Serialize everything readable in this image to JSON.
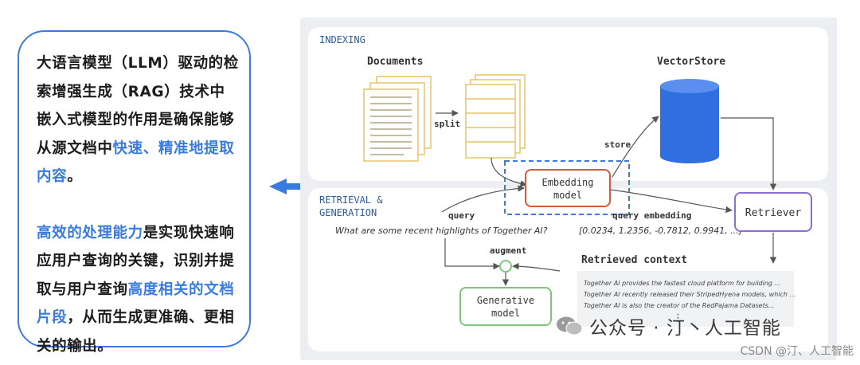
{
  "callout": {
    "p1_a": "大语言模型（LLM）驱动的检索增强生成（RAG）技术中嵌入式模型的作用是确保能够从源文档中",
    "p1_hl": "快速、精准地提取内容",
    "p1_b": "。",
    "p2_hl1": "高效的处理能力",
    "p2_a": "是实现快速响应用户查询的关键，识别并提取与用户查询",
    "p2_hl2": "高度相关的文档片段",
    "p2_b": "，从而生成更准确、更相关的输出。"
  },
  "diagram": {
    "indexing_label": "INDEXING",
    "documents_label": "Documents",
    "split_label": "split",
    "vectorstore_label": "VectorStore",
    "store_label": "store",
    "embedding_line1": "Embedding",
    "embedding_line2": "model",
    "retrieval_line1": "RETRIEVAL &",
    "retrieval_line2": "GENERATION",
    "query_label": "query",
    "query_text": "What are some recent highlights of Together AI?",
    "query_embedding_label": "query embedding",
    "embedding_vector": "[0.0234, 1.2356, -0.7812, 0.9941, ...]",
    "retriever_label": "Retriever",
    "augment_label": "augment",
    "generative_line1": "Generative",
    "generative_line2": "model",
    "retrieved_context_label": "Retrieved context",
    "context_lines": [
      "Together AI provides the fastest cloud platform for building ...",
      "Together AI recently released their StripedHyena models, which ...",
      "Together AI is also the creator of the RedPajama Datasets..."
    ],
    "ellipsis": "⋮"
  },
  "watermark": {
    "text": "公众号 · 汀丶人工智能",
    "csdn": "CSDN @汀、人工智能"
  },
  "colors": {
    "accent_blue": "#3a7be0",
    "doc_yellow": "#e6c46a",
    "embedding_red": "#d05a3e",
    "retriever_purple": "#8a6fd0",
    "generative_green": "#7cc77a",
    "db_blue": "#2f6fe0"
  }
}
